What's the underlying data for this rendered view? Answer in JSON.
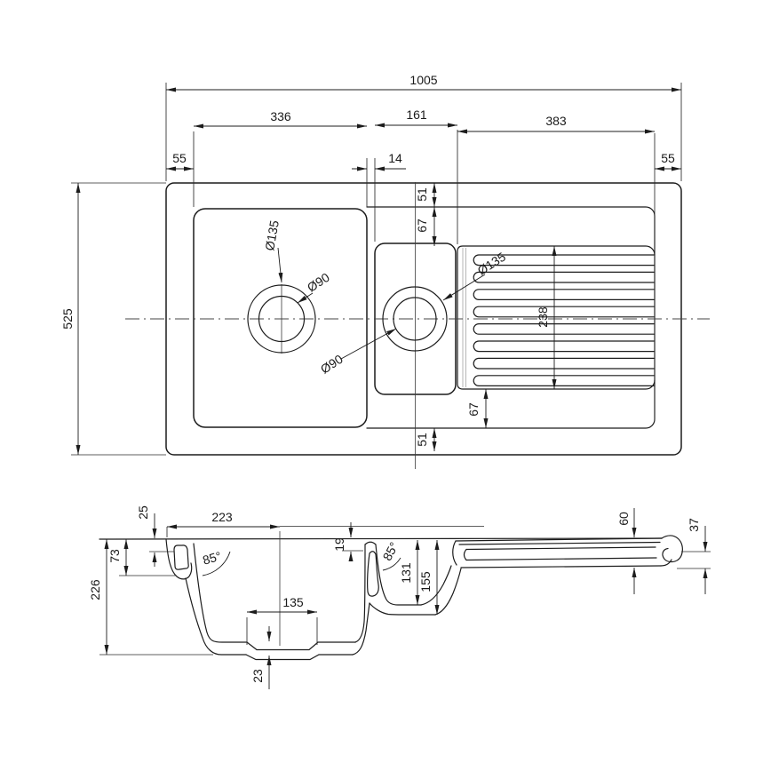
{
  "drawing": {
    "type": "technical-drawing",
    "subject": "1.5 bowl kitchen sink with drainer",
    "line_color": "#1c1c1c",
    "background": "#ffffff"
  },
  "plan_view": {
    "dims": {
      "overall_width": "1005",
      "main_bowl_width": "336",
      "half_bowl_width": "161",
      "drainer_width": "383",
      "left_margin": "55",
      "divider_gap": "14",
      "right_margin": "55",
      "overall_depth": "525",
      "deck_top_offset": "51",
      "drainer_top_offset": "67",
      "drainer_bottom_offset": "67",
      "deck_bottom_offset": "51",
      "drainer_length": "238",
      "main_waste_outer_dia": "Ø135",
      "main_waste_inner_dia": "Ø90",
      "half_waste_outer_dia": "Ø135",
      "half_waste_inner_dia": "Ø90"
    }
  },
  "section_view": {
    "dims": {
      "rim_step_depth": "25",
      "waste_centre_from_edge": "223",
      "drainer_underside_depth": "60",
      "edge_height": "37",
      "rim_channel_depth": "73",
      "main_bowl_wall_angle": "85°",
      "divider_step": "19",
      "half_bowl_wall_angle": "85°",
      "half_bowl_depth": "131",
      "half_bowl_outer_depth": "155",
      "overall_height": "226",
      "waste_recess_width": "135",
      "waste_recess_depth": "23"
    }
  }
}
